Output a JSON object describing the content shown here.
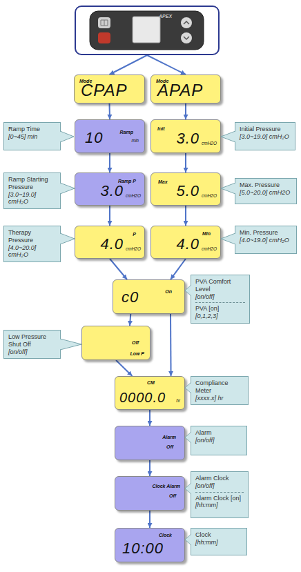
{
  "diagram": {
    "nodes": [
      {
        "text": [
          "APEX"
        ]
      },
      {
        "text": [
          "Mode",
          "CPAP"
        ]
      },
      {
        "text": [
          "Mode",
          "APAP"
        ]
      },
      {
        "text": [
          "Ramp Time",
          "[0~45] min"
        ]
      },
      {
        "text": [
          "Ramp",
          "10",
          "min"
        ]
      },
      {
        "text": [
          "Init",
          "3.0",
          "cmH2O"
        ]
      },
      {
        "text": [
          "Initial Pressure",
          "[3.0~19.0] cmH₂O"
        ]
      },
      {
        "text": [
          "Ramp Starting Pressure",
          "[3.0~19.0] cmH₂O"
        ]
      },
      {
        "text": [
          "Ramp P",
          "3.0",
          "cmH2O"
        ]
      },
      {
        "text": [
          "Max",
          "5.0",
          "cmH2O"
        ]
      },
      {
        "text": [
          "Max. Pressure",
          "[5.0~20.0] cmH2O"
        ]
      },
      {
        "text": [
          "Therapy Pressure",
          "[4.0~20.0] cmH₂O"
        ]
      },
      {
        "text": [
          "P",
          "4.0",
          "cmH2O"
        ]
      },
      {
        "text": [
          "Min",
          "4.0",
          "cmH2O"
        ]
      },
      {
        "text": [
          "Min. Pressure",
          "[4.0~19.0] cmH₂O"
        ]
      },
      {
        "text": [
          "c0",
          "On"
        ]
      },
      {
        "text": [
          "PVA Comfort Level",
          "[on/off]",
          "PVA [on]",
          "[0,1,2,3]"
        ]
      },
      {
        "text": [
          "Low Pressure Shut Off",
          "[on/off]"
        ]
      },
      {
        "text": [
          "Off",
          "Low P"
        ]
      },
      {
        "text": [
          "CM",
          "0000.0",
          "hr"
        ]
      },
      {
        "text": [
          "Compliance Meter",
          "[xxxx.x] hr"
        ]
      },
      {
        "text": [
          "Alarm",
          "Off"
        ]
      },
      {
        "text": [
          "Alarm",
          "[on/off]"
        ]
      },
      {
        "text": [
          "Clock Alarm",
          "Off"
        ]
      },
      {
        "text": [
          "Alarm Clock",
          "[on/off]",
          "Alarm Clock [on]",
          "[hh:mm]"
        ]
      },
      {
        "text": [
          "Clock",
          "10:00"
        ]
      },
      {
        "text": [
          "Clock",
          "[hh:mm]"
        ]
      }
    ],
    "edges": [
      {
        "from": 0,
        "to": 1,
        "arrow": "to"
      },
      {
        "from": 0,
        "to": 2,
        "arrow": "to"
      },
      {
        "from": 1,
        "to": 4,
        "arrow": "to"
      },
      {
        "from": 2,
        "to": 5,
        "arrow": "to"
      },
      {
        "from": 4,
        "to": 8,
        "arrow": "to"
      },
      {
        "from": 5,
        "to": 9,
        "arrow": "to"
      },
      {
        "from": 8,
        "to": 12,
        "arrow": "to"
      },
      {
        "from": 9,
        "to": 13,
        "arrow": "to"
      },
      {
        "from": 12,
        "to": 15,
        "arrow": "to"
      },
      {
        "from": 13,
        "to": 15,
        "arrow": "to"
      },
      {
        "from": 15,
        "to": 18,
        "arrow": "to"
      },
      {
        "from": 18,
        "to": 19,
        "arrow": "to"
      },
      {
        "from": 15,
        "to": 19,
        "arrow": "to"
      },
      {
        "from": 19,
        "to": 21,
        "arrow": "to"
      },
      {
        "from": 21,
        "to": 23,
        "arrow": "to"
      },
      {
        "from": 23,
        "to": 25,
        "arrow": "to"
      }
    ]
  }
}
